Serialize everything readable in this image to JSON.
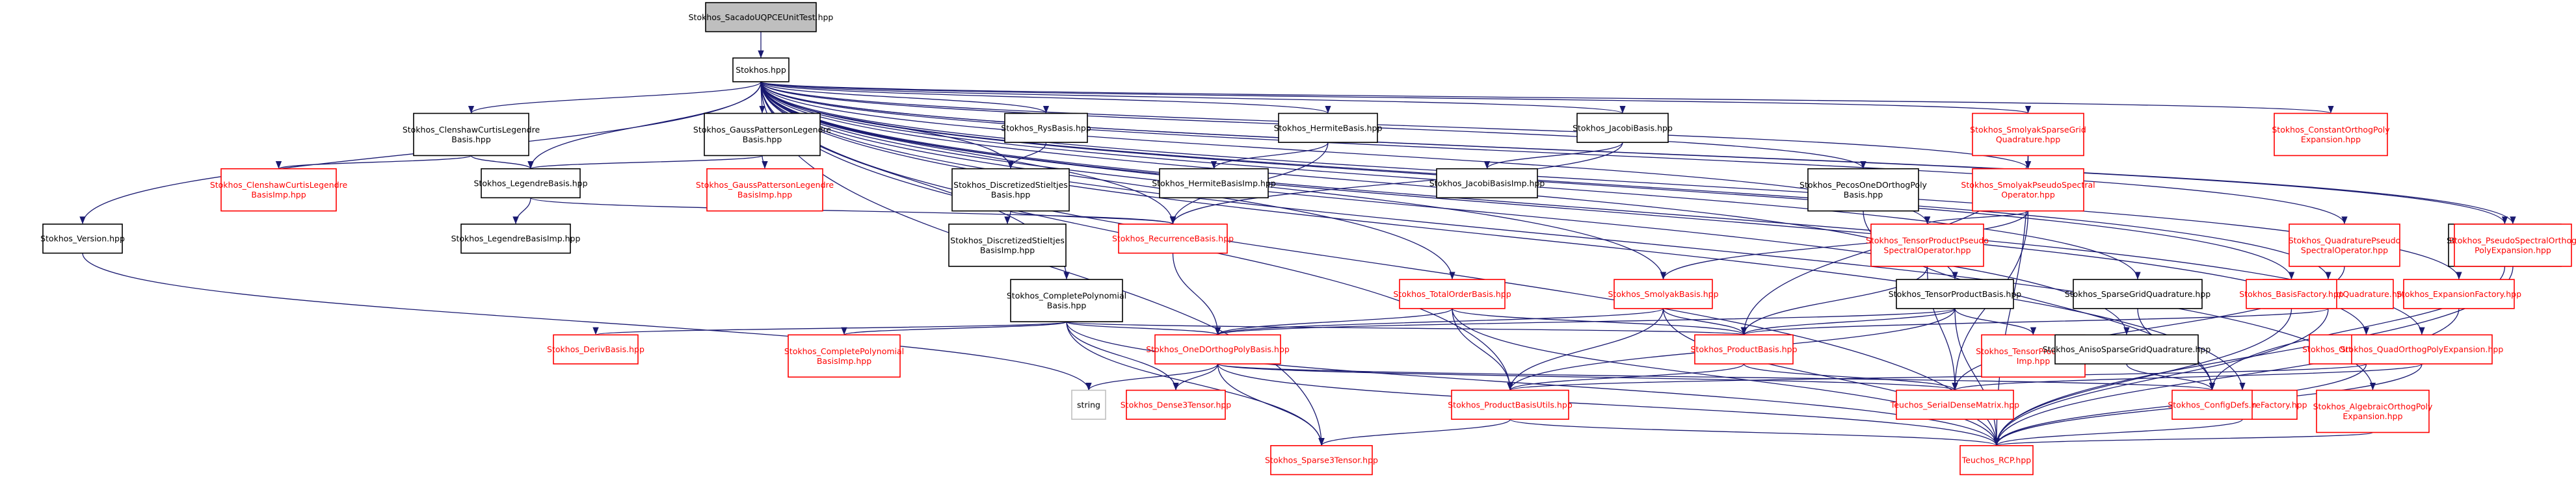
{
  "colors": {
    "edge": "#191970",
    "root_fill": "#bfbfbf",
    "black_border": "#000000",
    "red_border": "#ff0000",
    "black_text": "#000000",
    "red_text": "#ff0000"
  },
  "nodes": [
    {
      "id": "root",
      "lines": [
        "Stokhos_SacadoUQPCEUnitTest.hpp"
      ],
      "style": "root"
    },
    {
      "id": "stokhos",
      "lines": [
        "Stokhos.hpp"
      ],
      "style": "black"
    },
    {
      "id": "clenshaw",
      "lines": [
        "Stokhos_ClenshawCurtisLegendre",
        "Basis.hpp"
      ],
      "style": "black"
    },
    {
      "id": "gausspat",
      "lines": [
        "Stokhos_GaussPattersonLegendre",
        "Basis.hpp"
      ],
      "style": "black"
    },
    {
      "id": "rys",
      "lines": [
        "Stokhos_RysBasis.hpp"
      ],
      "style": "black"
    },
    {
      "id": "hermite",
      "lines": [
        "Stokhos_HermiteBasis.hpp"
      ],
      "style": "black"
    },
    {
      "id": "jacobi",
      "lines": [
        "Stokhos_JacobiBasis.hpp"
      ],
      "style": "black"
    },
    {
      "id": "smolyakgrid",
      "lines": [
        "Stokhos_SmolyakSparseGrid",
        "Quadrature.hpp"
      ],
      "style": "red"
    },
    {
      "id": "constantexp",
      "lines": [
        "Stokhos_ConstantOrthogPoly",
        "Expansion.hpp"
      ],
      "style": "red"
    },
    {
      "id": "clenshawimp",
      "lines": [
        "Stokhos_ClenshawCurtisLegendre",
        "BasisImp.hpp"
      ],
      "style": "red"
    },
    {
      "id": "legendre",
      "lines": [
        "Stokhos_LegendreBasis.hpp"
      ],
      "style": "black"
    },
    {
      "id": "gausspatimp",
      "lines": [
        "Stokhos_GaussPattersonLegendre",
        "BasisImp.hpp"
      ],
      "style": "red"
    },
    {
      "id": "discstieltjes",
      "lines": [
        "Stokhos_DiscretizedStieltjes",
        "Basis.hpp"
      ],
      "style": "black"
    },
    {
      "id": "hermiteimp",
      "lines": [
        "Stokhos_HermiteBasisImp.hpp"
      ],
      "style": "black"
    },
    {
      "id": "jacobiimp",
      "lines": [
        "Stokhos_JacobiBasisImp.hpp"
      ],
      "style": "black"
    },
    {
      "id": "smolyakpseudo",
      "lines": [
        "Stokhos_SmolyakPseudoSpectral",
        "Operator.hpp"
      ],
      "style": "red"
    },
    {
      "id": "pecos",
      "lines": [
        "Stokhos_PecosOneDOrthogPoly",
        "Basis.hpp"
      ],
      "style": "black"
    },
    {
      "id": "version",
      "lines": [
        "Stokhos_Version.hpp"
      ],
      "style": "black"
    },
    {
      "id": "legendreimp",
      "lines": [
        "Stokhos_LegendreBasisImp.hpp"
      ],
      "style": "black"
    },
    {
      "id": "discstieltjesimp",
      "lines": [
        "Stokhos_DiscretizedStieltjes",
        "BasisImp.hpp"
      ],
      "style": "black"
    },
    {
      "id": "recurrence",
      "lines": [
        "Stokhos_RecurrenceBasis.hpp"
      ],
      "style": "red"
    },
    {
      "id": "tensorpseudo",
      "lines": [
        "Stokhos_TensorProductPseudo",
        "SpectralOperator.hpp"
      ],
      "style": "red"
    },
    {
      "id": "quadpseudo",
      "lines": [
        "Stokhos_QuadraturePseudo",
        "SpectralOperator.hpp"
      ],
      "style": "red"
    },
    {
      "id": "foruqtk",
      "lines": [
        "Stokhos_ForUQTKOrthogPoly",
        "Expansion.hpp"
      ],
      "style": "black"
    },
    {
      "id": "pseudospectral",
      "lines": [
        "Stokhos_PseudoSpectralOrthog",
        "PolyExpansion.hpp"
      ],
      "style": "red"
    },
    {
      "id": "completepoly",
      "lines": [
        "Stokhos_CompletePolynomial",
        "Basis.hpp"
      ],
      "style": "black"
    },
    {
      "id": "totalorder",
      "lines": [
        "Stokhos_TotalOrderBasis.hpp"
      ],
      "style": "red"
    },
    {
      "id": "smolyakbasis",
      "lines": [
        "Stokhos_SmolyakBasis.hpp"
      ],
      "style": "red"
    },
    {
      "id": "tensorbasis",
      "lines": [
        "Stokhos_TensorProductBasis.hpp"
      ],
      "style": "black"
    },
    {
      "id": "tensorquad",
      "lines": [
        "Stokhos_TensorProductQuadrature.hpp"
      ],
      "style": "red"
    },
    {
      "id": "expfactory",
      "lines": [
        "Stokhos_ExpansionFactory.hpp"
      ],
      "style": "red"
    },
    {
      "id": "sparsegridquad",
      "lines": [
        "Stokhos_SparseGridQuadrature.hpp"
      ],
      "style": "black"
    },
    {
      "id": "basisfactory",
      "lines": [
        "Stokhos_BasisFactory.hpp"
      ],
      "style": "red"
    },
    {
      "id": "derivbasis",
      "lines": [
        "Stokhos_DerivBasis.hpp"
      ],
      "style": "red"
    },
    {
      "id": "completepolyimp",
      "lines": [
        "Stokhos_CompletePolynomial",
        "BasisImp.hpp"
      ],
      "style": "red"
    },
    {
      "id": "onedorthog",
      "lines": [
        "Stokhos_OneDOrthogPolyBasis.hpp"
      ],
      "style": "red"
    },
    {
      "id": "productbasis",
      "lines": [
        "Stokhos_ProductBasis.hpp"
      ],
      "style": "red"
    },
    {
      "id": "tensorbasisimp",
      "lines": [
        "Stokhos_TensorProductBasis",
        "Imp.hpp"
      ],
      "style": "red"
    },
    {
      "id": "orthogapprox",
      "lines": [
        "Stokhos_OrthogPolyApprox.hpp"
      ],
      "style": "red"
    },
    {
      "id": "quadorthogexp",
      "lines": [
        "Stokhos_QuadOrthogPolyExpansion.hpp"
      ],
      "style": "red"
    },
    {
      "id": "anisosparse",
      "lines": [
        "Stokhos_AnisoSparseGridQuadrature.hpp"
      ],
      "style": "black"
    },
    {
      "id": "string",
      "lines": [
        "string"
      ],
      "style": "gray"
    },
    {
      "id": "densetensor",
      "lines": [
        "Stokhos_Dense3Tensor.hpp"
      ],
      "style": "red"
    },
    {
      "id": "productutils",
      "lines": [
        "Stokhos_ProductBasisUtils.hpp"
      ],
      "style": "red"
    },
    {
      "id": "serialdense",
      "lines": [
        "Teuchos_SerialDenseMatrix.hpp"
      ],
      "style": "red"
    },
    {
      "id": "quadfactory",
      "lines": [
        "Stokhos_QuadratureFactory.hpp"
      ],
      "style": "red"
    },
    {
      "id": "configdefs",
      "lines": [
        "Stokhos_ConfigDefs.h"
      ],
      "style": "red"
    },
    {
      "id": "algebraic",
      "lines": [
        "Stokhos_AlgebraicOrthogPoly",
        "Expansion.hpp"
      ],
      "style": "red"
    },
    {
      "id": "sparse3",
      "lines": [
        "Stokhos_Sparse3Tensor.hpp"
      ],
      "style": "red"
    },
    {
      "id": "rcp",
      "lines": [
        "Teuchos_RCP.hpp"
      ],
      "style": "red"
    }
  ],
  "edges": [
    [
      "root",
      "stokhos"
    ],
    [
      "stokhos",
      "clenshaw"
    ],
    [
      "stokhos",
      "gausspat"
    ],
    [
      "stokhos",
      "rys"
    ],
    [
      "stokhos",
      "hermite"
    ],
    [
      "stokhos",
      "jacobi"
    ],
    [
      "stokhos",
      "smolyakgrid"
    ],
    [
      "stokhos",
      "constantexp"
    ],
    [
      "stokhos",
      "legendre"
    ],
    [
      "stokhos",
      "discstieltjes"
    ],
    [
      "stokhos",
      "smolyakpseudo"
    ],
    [
      "stokhos",
      "pecos"
    ],
    [
      "stokhos",
      "version"
    ],
    [
      "stokhos",
      "recurrence"
    ],
    [
      "stokhos",
      "tensorpseudo"
    ],
    [
      "stokhos",
      "quadpseudo"
    ],
    [
      "stokhos",
      "foruqtk"
    ],
    [
      "stokhos",
      "pseudospectral"
    ],
    [
      "stokhos",
      "completepoly"
    ],
    [
      "stokhos",
      "totalorder"
    ],
    [
      "stokhos",
      "smolyakbasis"
    ],
    [
      "stokhos",
      "tensorbasis"
    ],
    [
      "stokhos",
      "tensorquad"
    ],
    [
      "stokhos",
      "expfactory"
    ],
    [
      "stokhos",
      "sparsegridquad"
    ],
    [
      "stokhos",
      "basisfactory"
    ],
    [
      "stokhos",
      "orthogapprox"
    ],
    [
      "stokhos",
      "quadorthogexp"
    ],
    [
      "stokhos",
      "anisosparse"
    ],
    [
      "stokhos",
      "quadfactory"
    ],
    [
      "stokhos",
      "algebraic"
    ],
    [
      "stokhos",
      "productutils"
    ],
    [
      "stokhos",
      "sparse3"
    ],
    [
      "stokhos",
      "rcp"
    ],
    [
      "clenshaw",
      "clenshawimp"
    ],
    [
      "clenshaw",
      "legendre"
    ],
    [
      "gausspat",
      "legendre"
    ],
    [
      "gausspat",
      "gausspatimp"
    ],
    [
      "rys",
      "discstieltjes"
    ],
    [
      "hermite",
      "hermiteimp"
    ],
    [
      "hermite",
      "recurrence"
    ],
    [
      "jacobi",
      "jacobiimp"
    ],
    [
      "jacobi",
      "recurrence"
    ],
    [
      "smolyakgrid",
      "smolyakpseudo"
    ],
    [
      "smolyakgrid",
      "productbasis"
    ],
    [
      "smolyakgrid",
      "rcp"
    ],
    [
      "legendre",
      "legendreimp"
    ],
    [
      "legendre",
      "recurrence"
    ],
    [
      "discstieltjes",
      "discstieltjesimp"
    ],
    [
      "discstieltjes",
      "recurrence"
    ],
    [
      "smolyakpseudo",
      "tensorpseudo"
    ],
    [
      "smolyakpseudo",
      "smolyakbasis"
    ],
    [
      "smolyakpseudo",
      "serialdense"
    ],
    [
      "pecos",
      "configdefs"
    ],
    [
      "version",
      "string"
    ],
    [
      "recurrence",
      "onedorthog"
    ],
    [
      "tensorpseudo",
      "productbasis"
    ],
    [
      "tensorpseudo",
      "serialdense"
    ],
    [
      "quadpseudo",
      "serialdense"
    ],
    [
      "foruqtk",
      "configdefs"
    ],
    [
      "pseudospectral",
      "rcp"
    ],
    [
      "completepoly",
      "derivbasis"
    ],
    [
      "completepoly",
      "completepolyimp"
    ],
    [
      "completepoly",
      "onedorthog"
    ],
    [
      "completepoly",
      "productbasis"
    ],
    [
      "completepoly",
      "densetensor"
    ],
    [
      "completepoly",
      "sparse3"
    ],
    [
      "completepoly",
      "rcp"
    ],
    [
      "totalorder",
      "onedorthog"
    ],
    [
      "totalorder",
      "productbasis"
    ],
    [
      "totalorder",
      "productutils"
    ],
    [
      "totalorder",
      "rcp"
    ],
    [
      "smolyakbasis",
      "onedorthog"
    ],
    [
      "smolyakbasis",
      "productbasis"
    ],
    [
      "smolyakbasis",
      "productutils"
    ],
    [
      "smolyakbasis",
      "rcp"
    ],
    [
      "tensorbasis",
      "onedorthog"
    ],
    [
      "tensorbasis",
      "productbasis"
    ],
    [
      "tensorbasis",
      "tensorbasisimp"
    ],
    [
      "tensorbasis",
      "productutils"
    ],
    [
      "tensorbasis",
      "rcp"
    ],
    [
      "tensorquad",
      "productbasis"
    ],
    [
      "tensorquad",
      "rcp"
    ],
    [
      "expfactory",
      "rcp"
    ],
    [
      "sparsegridquad",
      "configdefs"
    ],
    [
      "basisfactory",
      "rcp"
    ],
    [
      "onedorthog",
      "string"
    ],
    [
      "onedorthog",
      "densetensor"
    ],
    [
      "onedorthog",
      "sparse3"
    ],
    [
      "onedorthog",
      "serialdense"
    ],
    [
      "onedorthog",
      "configdefs"
    ],
    [
      "onedorthog",
      "rcp"
    ],
    [
      "productbasis",
      "productutils"
    ],
    [
      "productbasis",
      "serialdense"
    ],
    [
      "orthogapprox",
      "productutils"
    ],
    [
      "orthogapprox",
      "rcp"
    ],
    [
      "quadorthogexp",
      "serialdense"
    ],
    [
      "quadorthogexp",
      "rcp"
    ],
    [
      "anisosparse",
      "configdefs"
    ],
    [
      "productutils",
      "sparse3"
    ],
    [
      "productutils",
      "rcp"
    ],
    [
      "quadfactory",
      "rcp"
    ],
    [
      "algebraic",
      "rcp"
    ]
  ]
}
